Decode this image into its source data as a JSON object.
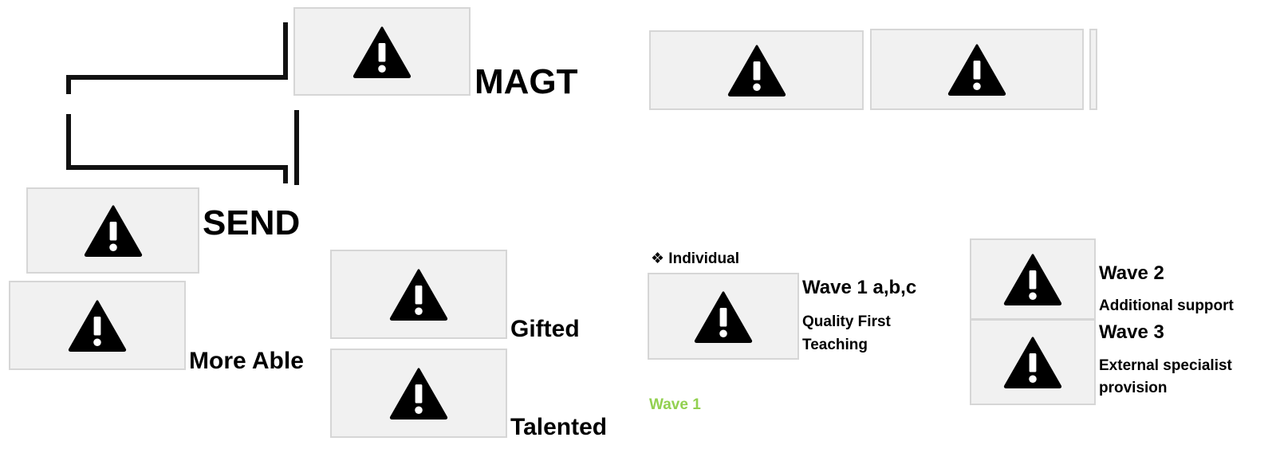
{
  "colors": {
    "accent_green": "#92d050",
    "placeholder_bg": "#f1f1f1",
    "placeholder_border": "#d6d6d6"
  },
  "icon": "warning-icon",
  "labels": {
    "magt": "MAGT",
    "send": "SEND",
    "more_able": "More Able",
    "gifted": "Gifted",
    "talented": "Talented",
    "individual": "❖ Individual",
    "wave1abc": "Wave 1 a,b,c",
    "quality_first_1": "Quality First",
    "quality_first_2": "Teaching",
    "wave1": "Wave 1",
    "wave2": "Wave 2",
    "additional_support": "Additional support",
    "wave3": "Wave 3",
    "external_1": "External specialist",
    "external_2": "provision"
  }
}
